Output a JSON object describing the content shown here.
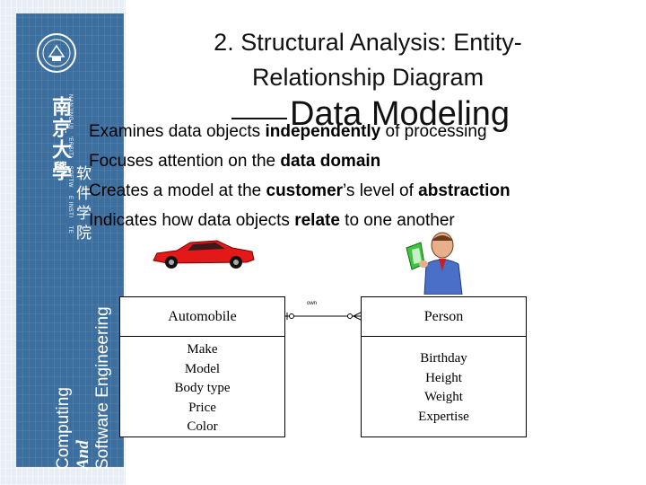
{
  "sidebar": {
    "university_name_cn": "南京大學",
    "university_name_en": "NANJING UNIVERSITY · SOFTWARE INSTITUTE",
    "school_name_cn": [
      "软",
      "件",
      "学",
      "院"
    ],
    "dept_line1": "Computing",
    "dept_line2": "And",
    "dept_line3": "Software Engineering",
    "accent_color": "#3d6f9e"
  },
  "title": {
    "line1": "2. Structural Analysis: Entity-",
    "line2": "Relationship Diagram"
  },
  "overlay_heading": "Data Modeling",
  "bullets": [
    {
      "parts": [
        {
          "t": "Examines data objects ",
          "b": false
        },
        {
          "t": "independently",
          "b": true
        },
        {
          "t": " of processing",
          "b": false
        }
      ]
    },
    {
      "parts": [
        {
          "t": "Focuses attention on the ",
          "b": false
        },
        {
          "t": "data domain",
          "b": true
        }
      ]
    },
    {
      "parts": [
        {
          "t": "Creates a model at the ",
          "b": false
        },
        {
          "t": "customer",
          "b": true
        },
        {
          "t": "’s level of ",
          "b": false
        },
        {
          "t": "abstraction",
          "b": true
        }
      ]
    },
    {
      "parts": [
        {
          "t": "Indicates how data objects ",
          "b": false
        },
        {
          "t": "relate",
          "b": true
        },
        {
          "t": " to one another",
          "b": false
        }
      ]
    }
  ],
  "diagram": {
    "entities": [
      {
        "name": "Automobile",
        "attributes": [
          "Make",
          "Model",
          "Body type",
          "Price",
          "Color"
        ],
        "icon": "car-icon"
      },
      {
        "name": "Person",
        "attributes": [
          "Birthday",
          "Height",
          "Weight",
          "Expertise"
        ],
        "icon": "person-icon"
      }
    ],
    "relationship_label": "own"
  }
}
